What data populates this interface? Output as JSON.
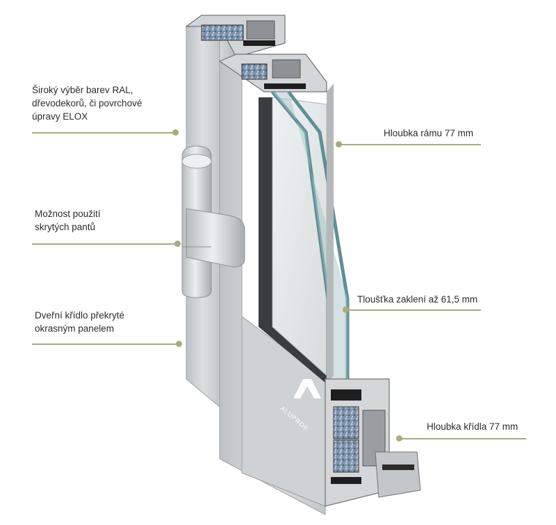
{
  "callouts": {
    "colors": {
      "lines": [
        "Široký výběr barev RAL,",
        "dřevodekorů, či povrchové",
        "úpravy ELOX"
      ]
    },
    "hinges": {
      "lines": [
        "Možnost použití",
        "skrytých pantů"
      ]
    },
    "sash_panel": {
      "lines": [
        "Dveřní křídlo překryté",
        "okrasným panelem"
      ]
    },
    "frame_depth": {
      "lines": [
        "Hloubka rámu 77 mm"
      ]
    },
    "glazing": {
      "lines": [
        "Tloušťka zaklení až 61,5 mm"
      ]
    },
    "sash_depth": {
      "lines": [
        "Hloubka křídla 77 mm"
      ]
    }
  },
  "logo": {
    "text": "ALUPROF"
  },
  "theme": {
    "accent": "#a7ad77",
    "aluminium": "#c9cccf",
    "glass": "#5f8f95",
    "thermal_break": "#1e1e1e"
  }
}
